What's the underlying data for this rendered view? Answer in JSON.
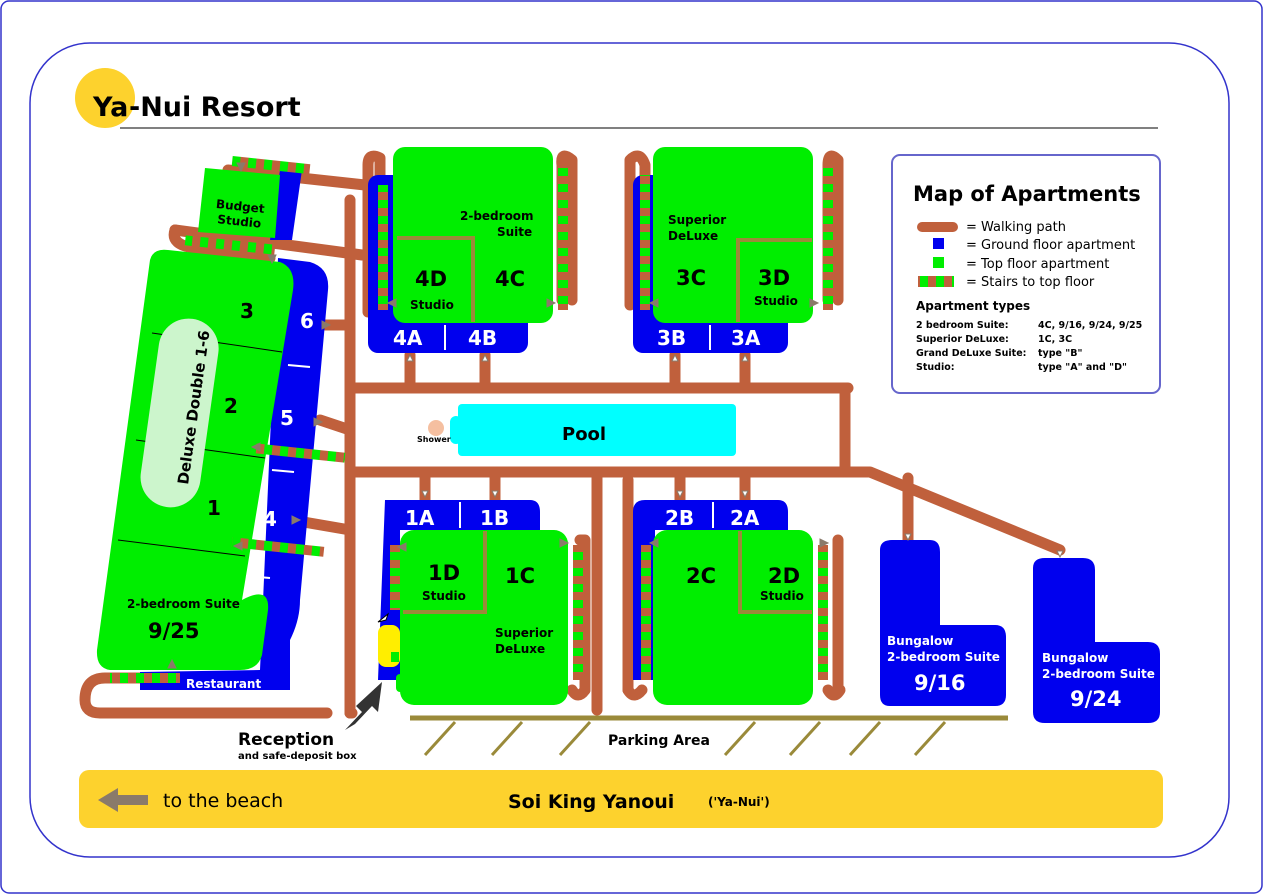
{
  "brand": {
    "logo_ya": "Ya",
    "logo_nui": "-Nui Resort"
  },
  "colors": {
    "path": "#c0603c",
    "ground": "#0000ee",
    "top": "#00ee00",
    "pool": "#00ffff",
    "road": "#fdd22d",
    "frame": "#3333cc",
    "parking": "#9a8a3a",
    "arrow": "#8a7a6a"
  },
  "legend": {
    "title": "Map of Apartments",
    "items": [
      "= Walking path",
      "= Ground floor apartment",
      "= Top floor apartment",
      "= Stairs to top floor"
    ],
    "types_title": "Apartment types",
    "types": [
      {
        "name": "2 bedroom Suite:",
        "value": "4C, 9/16, 9/24, 9/25"
      },
      {
        "name": "Superior DeLuxe:",
        "value": "1C, 3C"
      },
      {
        "name": "Grand DeLuxe Suite:",
        "value": "type \"B\""
      },
      {
        "name": "Studio:",
        "value": "type \"A\" and \"D\""
      }
    ]
  },
  "labels": {
    "budget_1": "Budget",
    "budget_2": "Studio",
    "deluxe_double": "Deluxe Double 1-6",
    "n3": "3",
    "n2": "2",
    "n1": "1",
    "n6": "6",
    "n5": "5",
    "n4": "4",
    "suite925_1": "2-bedroom Suite",
    "suite925_2": "9/25",
    "restaurant": "Restaurant",
    "b4_suite_1": "2-bedroom",
    "b4_suite_2": "Suite",
    "b4_4d": "4D",
    "b4_studio": "Studio",
    "b4_4c": "4C",
    "b4_4a": "4A",
    "b4_4b": "4B",
    "b3_sup_1": "Superior",
    "b3_sup_2": "DeLuxe",
    "b3_3c": "3C",
    "b3_3d": "3D",
    "b3_studio": "Studio",
    "b3_3b": "3B",
    "b3_3a": "3A",
    "pool": "Pool",
    "shower": "Shower",
    "b1_1a": "1A",
    "b1_1b": "1B",
    "b1_1d": "1D",
    "b1_studio": "Studio",
    "b1_1c": "1C",
    "b1_sup_1": "Superior",
    "b1_sup_2": "DeLuxe",
    "b2_2b": "2B",
    "b2_2a": "2A",
    "b2_2c": "2C",
    "b2_2d": "2D",
    "b2_studio": "Studio",
    "bung1_1": "Bungalow",
    "bung1_2": "2-bedroom Suite",
    "bung1_3": "9/16",
    "bung2_1": "Bungalow",
    "bung2_2": "2-bedroom Suite",
    "bung2_3": "9/24",
    "reception_1": "Reception",
    "reception_2": "and safe-deposit box",
    "parking": "Parking Area",
    "to_beach": "to the beach",
    "street": "Soi King Yanoui",
    "street_alt": "('Ya-Nui')"
  }
}
